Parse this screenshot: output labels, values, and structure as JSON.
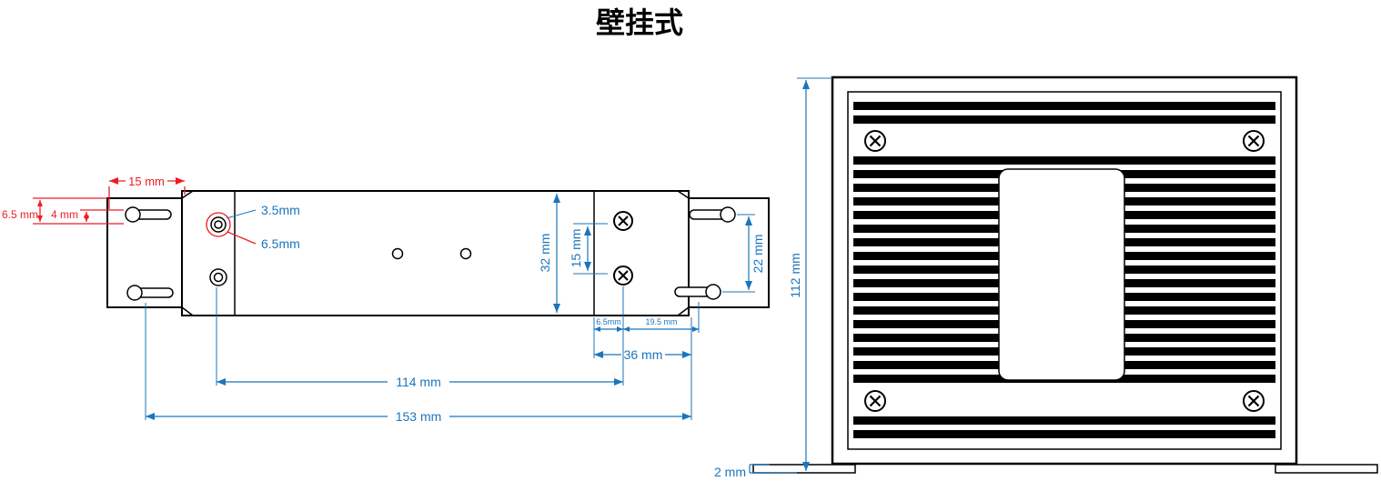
{
  "title": "壁挂式",
  "colors": {
    "dimension_blue": "#1b75bc",
    "dimension_red": "#ed1c24",
    "outline_black": "#000000",
    "background": "#ffffff"
  },
  "left_view": {
    "name": "wall-mount-bracket-top-view",
    "dims": {
      "ear_width": "15 mm",
      "edge_to_slot": "6.5 mm",
      "slot_inset": "4 mm",
      "pilot_hole": "3.5mm",
      "counter_hole": "6.5mm",
      "body_depth": "32 mm",
      "screw_pitch": "15 mm",
      "slot_pitch": "22 mm",
      "screw_inset": "6.5mm",
      "screw_to_slot": "19.5 mm",
      "slot_to_edge": "36 mm",
      "hole_pitch": "114 mm",
      "slot_span": "153 mm"
    }
  },
  "front_view": {
    "name": "enclosure-front-view",
    "dims": {
      "overall_height": "112 mm",
      "foot_thickness": "2 mm"
    }
  }
}
